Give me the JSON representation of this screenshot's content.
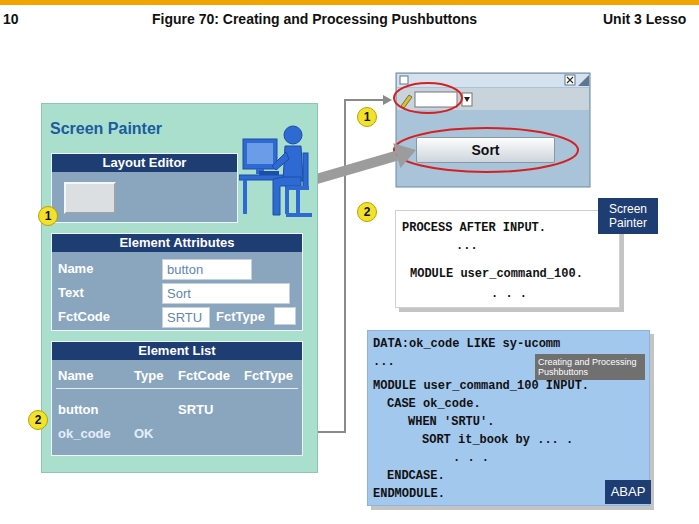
{
  "diagram": {
    "title": "Figure 70: Creating and Processing Pushbuttons",
    "nodes": [
      {
        "text": [
          "Screen Painter"
        ]
      },
      {
        "text": [
          "Layout Editor"
        ],
        "in": 0
      },
      {
        "text": [
          "Element Attributes",
          "Name",
          "Text",
          "FctCode",
          "FctType"
        ],
        "in": 0
      },
      {
        "text": [
          "button"
        ],
        "in": 2
      },
      {
        "text": [
          "Sort"
        ],
        "in": 2
      },
      {
        "text": [
          "SRTU"
        ],
        "in": 2
      },
      {
        "text": [
          "Element List",
          "Name",
          "Type",
          "FctCode",
          "FctType",
          "button",
          "SRTU",
          "ok_code",
          "OK"
        ],
        "in": 0
      },
      {
        "text": [
          "Sort"
        ]
      },
      {
        "text": [
          "PROCESS AFTER INPUT.",
          "...",
          "MODULE user_command_100.",
          ". . ."
        ]
      },
      {
        "text": [
          "Screen Painter"
        ]
      },
      {
        "text": [
          "DATA:ok_code LIKE sy-ucomm",
          "...",
          "MODULE user_command_100 INPUT.",
          "CASE ok_code.",
          "WHEN 'SRTU'.",
          "SORT it_book by ... .",
          ". . .",
          "ENDCASE.",
          "ENDMODULE."
        ]
      },
      {
        "text": [
          "Creating and Processing Pushbuttons"
        ],
        "in": 10
      },
      {
        "text": [
          "ABAP"
        ],
        "in": 10
      }
    ],
    "edges": [
      {
        "from": 1,
        "to": 7,
        "arrow": "to"
      }
    ],
    "labels": [
      "10",
      "Unit 3 Lesso",
      "1",
      "2",
      "1",
      "2"
    ]
  }
}
